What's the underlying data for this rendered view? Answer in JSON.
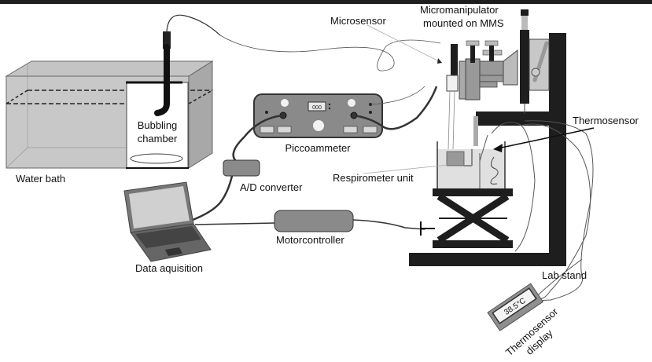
{
  "labels": {
    "water_bath": "Water bath",
    "bubbling_chamber_line1": "Bubbling",
    "bubbling_chamber_line2": "chamber",
    "piccoammeter": "Piccoammeter",
    "ad_converter": "A/D converter",
    "microsensor": "Microsensor",
    "micromanipulator_line1": "Micromanipulator",
    "micromanipulator_line2": "mounted on MMS",
    "thermosensor": "Thermosensor",
    "respirometer_unit": "Respirometer unit",
    "motorcontroller": "Motorcontroller",
    "data_acquisition": "Data aquisition",
    "lab_stand": "Lab stand",
    "thermosensor_display_line1": "Thermosensor",
    "thermosensor_display_line2": "display"
  },
  "readouts": {
    "piccoammeter_display": "000",
    "temperature": "38.5°C"
  },
  "colors": {
    "dark": "#1e1e1e",
    "mid_gray": "#8c8c8c",
    "light_gray": "#c8c8c8",
    "water": "#d6d6d6",
    "frame": "#555555"
  }
}
